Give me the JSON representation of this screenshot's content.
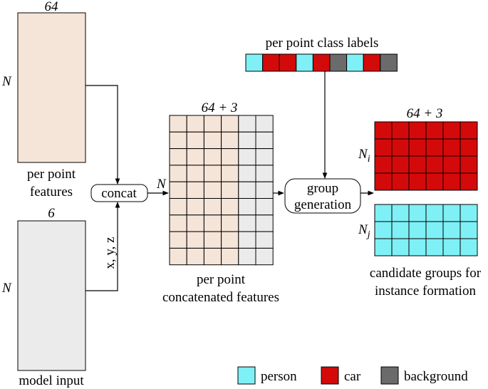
{
  "colors": {
    "feature_fill": "#f5e4d8",
    "input_fill": "#ebebeb",
    "person": "#7ff0f5",
    "car": "#d40a0a",
    "background": "#6b6b6b",
    "line": "#000000"
  },
  "features_block": {
    "width_label": "64",
    "height_label": "N",
    "caption_line1": "per point",
    "caption_line2": "features"
  },
  "input_block": {
    "width_label": "6",
    "height_label": "N",
    "caption": "model input"
  },
  "concat_box": {
    "label": "concat"
  },
  "xyz_label": "x, y, z",
  "concat_grid": {
    "width_label": "64 + 3",
    "height_label": "N",
    "caption_line1": "per point",
    "caption_line2": "concatenated features"
  },
  "class_labels": {
    "title": "per point class labels",
    "sequence": [
      "person",
      "car",
      "car",
      "person",
      "car",
      "background",
      "person",
      "car",
      "background"
    ]
  },
  "group_box": {
    "line1": "group",
    "line2": "generation"
  },
  "group_i": {
    "width_label": "64 + 3",
    "height_label": "N",
    "height_sub": "i"
  },
  "group_j": {
    "height_label": "N",
    "height_sub": "j"
  },
  "groups_caption": {
    "line1": "candidate groups for",
    "line2": "instance formation"
  },
  "legend": {
    "items": [
      {
        "key": "person",
        "label": "person"
      },
      {
        "key": "car",
        "label": "car"
      },
      {
        "key": "background",
        "label": "background"
      }
    ]
  }
}
